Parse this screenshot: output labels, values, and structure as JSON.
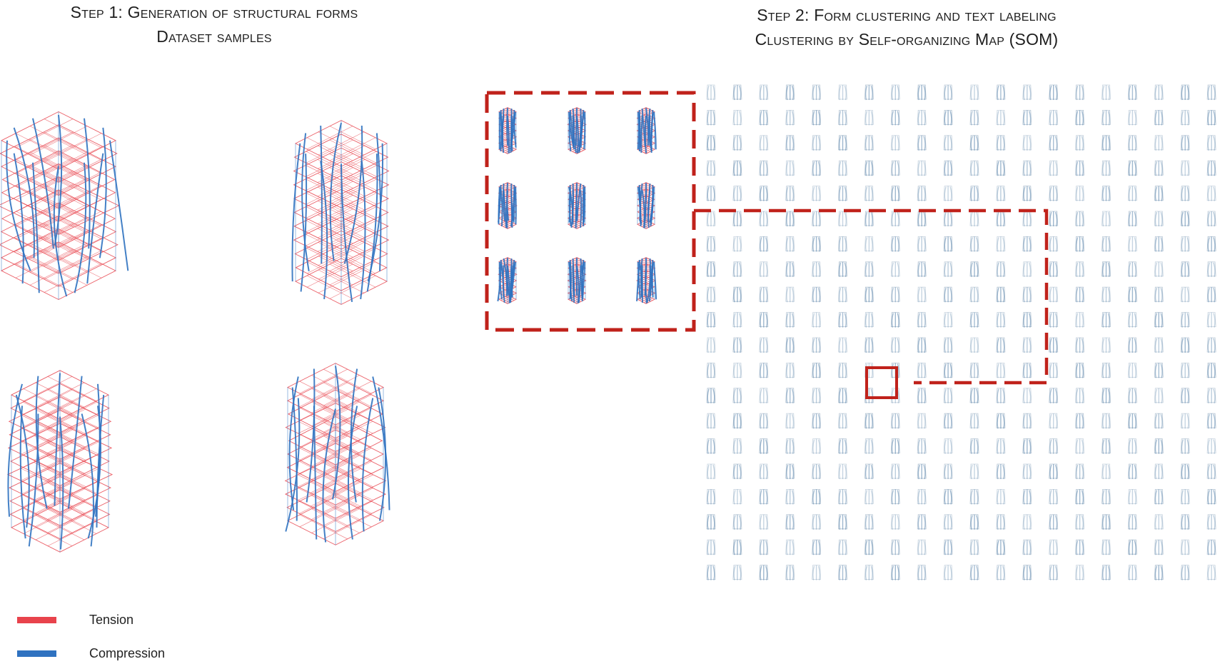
{
  "step1": {
    "title": "Step 1: Generation of structural forms",
    "subtitle": "Dataset samples"
  },
  "step2": {
    "title": "Step 2: Form clustering and text labeling",
    "subtitle": "Clustering by Self-organizing Map (SOM)"
  },
  "legend": {
    "tension_label": "Tension",
    "compression_label": "Compression",
    "tension_color": "#e8434c",
    "compression_color": "#2f72c0"
  },
  "som": {
    "rows": 20,
    "cols": 20,
    "zoom_rows": 3,
    "zoom_cols": 3,
    "highlight_color": "#c0221b"
  }
}
